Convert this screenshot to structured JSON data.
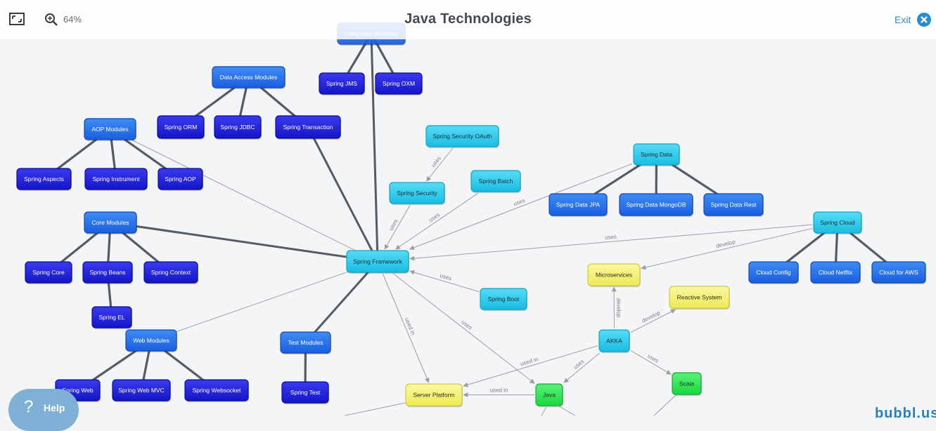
{
  "header": {
    "title": "Java Technologies",
    "zoom": "64%",
    "exit_label": "Exit"
  },
  "help": {
    "label": "Help",
    "glyph": "?"
  },
  "brand": "bubbl.us",
  "colors": {
    "blue_dark": "#1a1ad8",
    "blue": "#1e6ee8",
    "cyan": "#22c8ea",
    "yellow": "#f4f06a",
    "green": "#22e04a",
    "edge_strong": "#555a63",
    "edge_light": "#9a9ea4"
  },
  "nodes": [
    {
      "id": "integration",
      "label": "Integration Modules",
      "style": "blue"
    },
    {
      "id": "jms",
      "label": "Spring JMS",
      "style": "blue_dark"
    },
    {
      "id": "oxm",
      "label": "Spring OXM",
      "style": "blue_dark"
    },
    {
      "id": "dataaccess",
      "label": "Data Access Modules",
      "style": "blue"
    },
    {
      "id": "orm",
      "label": "Spring ORM",
      "style": "blue_dark"
    },
    {
      "id": "jdbc",
      "label": "Spring JDBC",
      "style": "blue_dark"
    },
    {
      "id": "transaction",
      "label": "Spring Transaction",
      "style": "blue_dark"
    },
    {
      "id": "aop",
      "label": "AOP Modules",
      "style": "blue"
    },
    {
      "id": "aspects",
      "label": "Spring Aspects",
      "style": "blue_dark"
    },
    {
      "id": "instrument",
      "label": "Spring Instrument",
      "style": "blue_dark"
    },
    {
      "id": "springaop",
      "label": "Spring AOP",
      "style": "blue_dark"
    },
    {
      "id": "core",
      "label": "Core Modules",
      "style": "blue"
    },
    {
      "id": "springcore",
      "label": "Spring Core",
      "style": "blue_dark"
    },
    {
      "id": "beans",
      "label": "Spring Beans",
      "style": "blue_dark"
    },
    {
      "id": "context",
      "label": "Spring Context",
      "style": "blue_dark"
    },
    {
      "id": "el",
      "label": "Spring EL",
      "style": "blue_dark"
    },
    {
      "id": "web",
      "label": "Web Modules",
      "style": "blue"
    },
    {
      "id": "springweb",
      "label": "Spring Web",
      "style": "blue_dark"
    },
    {
      "id": "webmvc",
      "label": "Spring Web MVC",
      "style": "blue_dark"
    },
    {
      "id": "websocket",
      "label": "Spring Websocket",
      "style": "blue_dark"
    },
    {
      "id": "test",
      "label": "Test Modules",
      "style": "blue"
    },
    {
      "id": "springtest",
      "label": "Spring Test",
      "style": "blue_dark"
    },
    {
      "id": "framework",
      "label": "Spring Framework",
      "style": "cyan"
    },
    {
      "id": "oauth",
      "label": "Spring Security OAuth",
      "style": "cyan"
    },
    {
      "id": "security",
      "label": "Spring Security",
      "style": "cyan"
    },
    {
      "id": "batch",
      "label": "Spring Batch",
      "style": "cyan"
    },
    {
      "id": "boot",
      "label": "Spring Boot",
      "style": "cyan"
    },
    {
      "id": "springdata",
      "label": "Spring Data",
      "style": "cyan"
    },
    {
      "id": "jpa",
      "label": "Spring Data JPA",
      "style": "blue"
    },
    {
      "id": "mongo",
      "label": "Spring Data MongoDB",
      "style": "blue"
    },
    {
      "id": "rest",
      "label": "Spring Data Rest",
      "style": "blue"
    },
    {
      "id": "cloud",
      "label": "Spring Cloud",
      "style": "cyan"
    },
    {
      "id": "cloudconfig",
      "label": "Cloud Config",
      "style": "blue"
    },
    {
      "id": "netflix",
      "label": "Cloud Netflix",
      "style": "blue"
    },
    {
      "id": "aws",
      "label": "Cloud for AWS",
      "style": "blue"
    },
    {
      "id": "micro",
      "label": "Microservices",
      "style": "yellow"
    },
    {
      "id": "reactive",
      "label": "Reactive System",
      "style": "yellow"
    },
    {
      "id": "akka",
      "label": "AKKA",
      "style": "cyan"
    },
    {
      "id": "server",
      "label": "Server Platform",
      "style": "yellow"
    },
    {
      "id": "java",
      "label": "Java",
      "style": "green"
    },
    {
      "id": "scala",
      "label": "Scala",
      "style": "green"
    }
  ],
  "edges": [
    {
      "from": "integration",
      "to": "jms",
      "kind": "tree"
    },
    {
      "from": "integration",
      "to": "oxm",
      "kind": "tree"
    },
    {
      "from": "integration",
      "to": "framework",
      "kind": "tree"
    },
    {
      "from": "dataaccess",
      "to": "orm",
      "kind": "tree"
    },
    {
      "from": "dataaccess",
      "to": "jdbc",
      "kind": "tree"
    },
    {
      "from": "dataaccess",
      "to": "transaction",
      "kind": "tree"
    },
    {
      "from": "transaction",
      "to": "framework",
      "kind": "tree"
    },
    {
      "from": "aop",
      "to": "aspects",
      "kind": "tree"
    },
    {
      "from": "aop",
      "to": "instrument",
      "kind": "tree"
    },
    {
      "from": "aop",
      "to": "springaop",
      "kind": "tree"
    },
    {
      "from": "aop",
      "to": "framework",
      "kind": "tree"
    },
    {
      "from": "core",
      "to": "springcore",
      "kind": "tree"
    },
    {
      "from": "core",
      "to": "beans",
      "kind": "tree"
    },
    {
      "from": "core",
      "to": "context",
      "kind": "tree"
    },
    {
      "from": "core",
      "to": "framework",
      "kind": "tree"
    },
    {
      "from": "beans",
      "to": "el",
      "kind": "tree"
    },
    {
      "from": "web",
      "to": "springweb",
      "kind": "tree"
    },
    {
      "from": "web",
      "to": "webmvc",
      "kind": "tree"
    },
    {
      "from": "web",
      "to": "websocket",
      "kind": "tree"
    },
    {
      "from": "web",
      "to": "framework",
      "kind": "tree"
    },
    {
      "from": "test",
      "to": "springtest",
      "kind": "tree"
    },
    {
      "from": "test",
      "to": "framework",
      "kind": "tree"
    },
    {
      "from": "springdata",
      "to": "jpa",
      "kind": "tree"
    },
    {
      "from": "springdata",
      "to": "mongo",
      "kind": "tree"
    },
    {
      "from": "springdata",
      "to": "rest",
      "kind": "tree"
    },
    {
      "from": "cloud",
      "to": "cloudconfig",
      "kind": "tree"
    },
    {
      "from": "cloud",
      "to": "netflix",
      "kind": "tree"
    },
    {
      "from": "cloud",
      "to": "aws",
      "kind": "tree"
    },
    {
      "from": "oauth",
      "to": "security",
      "kind": "link",
      "label": "uses"
    },
    {
      "from": "security",
      "to": "framework",
      "kind": "link",
      "label": "uses"
    },
    {
      "from": "batch",
      "to": "framework",
      "kind": "link",
      "label": "uses"
    },
    {
      "from": "springdata",
      "to": "framework",
      "kind": "link",
      "label": "uses"
    },
    {
      "from": "cloud",
      "to": "framework",
      "kind": "link",
      "label": "uses"
    },
    {
      "from": "boot",
      "to": "framework",
      "kind": "link",
      "label": "uses"
    },
    {
      "from": "framework",
      "to": "server",
      "kind": "link",
      "label": "used in"
    },
    {
      "from": "framework",
      "to": "java",
      "kind": "link",
      "label": "uses"
    },
    {
      "from": "cloud",
      "to": "micro",
      "kind": "link",
      "label": "develop"
    },
    {
      "from": "akka",
      "to": "micro",
      "kind": "link",
      "label": "develop"
    },
    {
      "from": "akka",
      "to": "reactive",
      "kind": "link",
      "label": "develop"
    },
    {
      "from": "akka",
      "to": "java",
      "kind": "link",
      "label": "uses"
    },
    {
      "from": "akka",
      "to": "scala",
      "kind": "link",
      "label": "uses"
    },
    {
      "from": "akka",
      "to": "server",
      "kind": "link",
      "label": "used in"
    },
    {
      "from": "java",
      "to": "server",
      "kind": "link",
      "label": "used in"
    }
  ]
}
